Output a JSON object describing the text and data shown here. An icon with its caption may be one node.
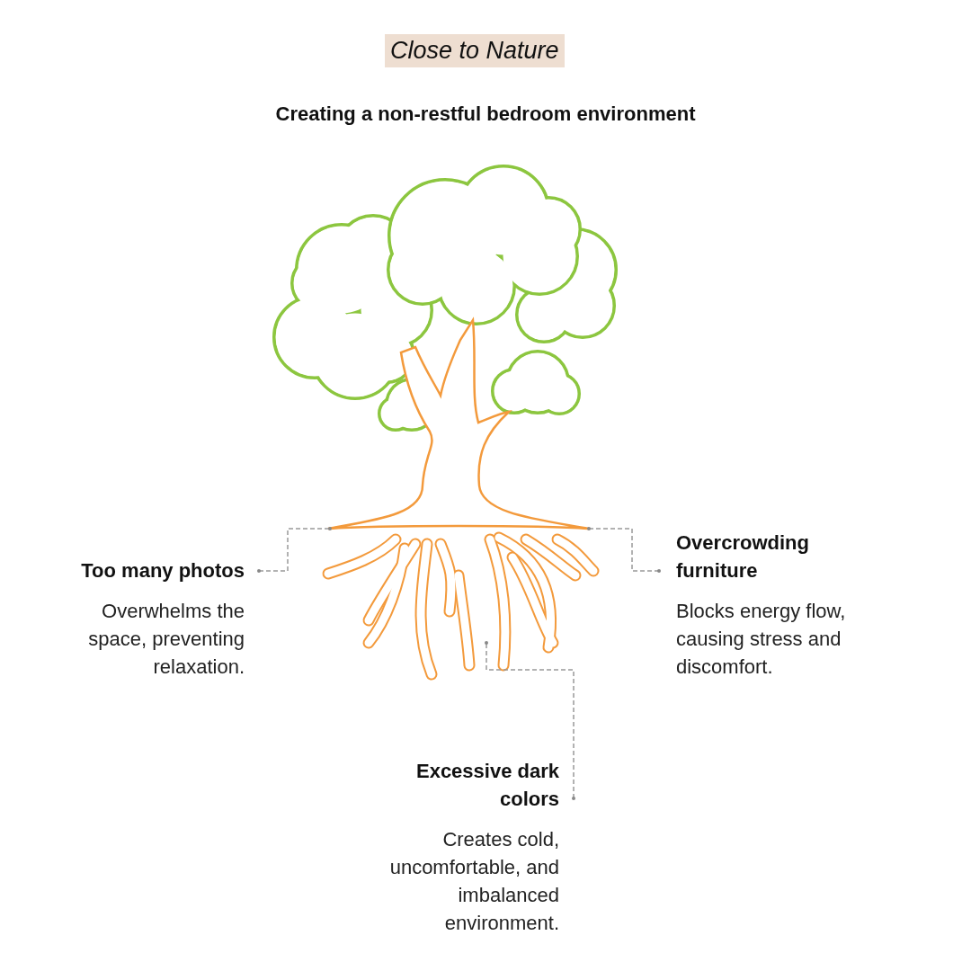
{
  "diagram": {
    "title": "Creating a non-restful bedroom environment",
    "nodes": [
      {
        "text": [
          "Too many photos",
          "Overwhelms the space, preventing relaxation."
        ]
      },
      {
        "text": [
          "Overcrowding furniture",
          "Blocks energy flow, causing stress and discomfort."
        ]
      },
      {
        "text": [
          "Excessive dark colors",
          "Creates cold, uncomfortable, and imbalanced environment."
        ]
      }
    ],
    "edges": [
      {
        "from": 0,
        "to": null,
        "arrow": "other",
        "style": "dashed"
      },
      {
        "from": 1,
        "to": null,
        "arrow": "other",
        "style": "dashed"
      },
      {
        "from": 2,
        "to": null,
        "arrow": "other",
        "style": "dashed"
      }
    ],
    "labels": [
      "Close to Nature"
    ]
  }
}
